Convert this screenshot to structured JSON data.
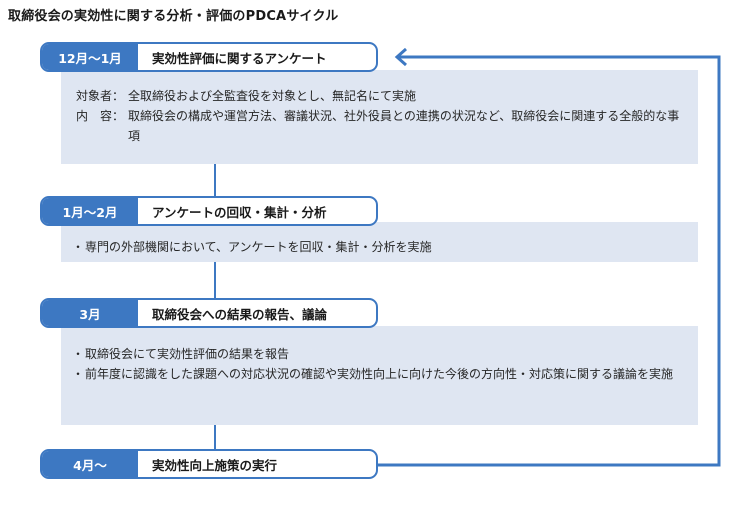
{
  "title": "取締役会の実効性に関する分析・評価のPDCAサイクル",
  "colors": {
    "accent": "#3d78c2",
    "panel": "#dfe6f2"
  },
  "stages": [
    {
      "period": "12月～1月",
      "name": "実効性評価に関するアンケート",
      "rows": [
        {
          "label": "対象者：",
          "text": "全取締役および全監査役を対象とし、無記名にて実施"
        },
        {
          "label": "内　容：",
          "text": "取締役会の構成や運営方法、審議状況、社外役員との連携の状況など、取締役会に関連する全般的な事項"
        }
      ]
    },
    {
      "period": "1月～2月",
      "name": "アンケートの回収・集計・分析",
      "bullets": [
        "専門の外部機関において、アンケートを回収・集計・分析を実施"
      ]
    },
    {
      "period": "3月",
      "name": "取締役会への結果の報告、議論",
      "bullets": [
        "取締役会にて実効性評価の結果を報告",
        "前年度に認識をした課題への対応状況の確認や実効性向上に向けた今後の方向性・対応策に関する議論を実施"
      ]
    },
    {
      "period": "4月～",
      "name": "実効性向上施策の実行"
    }
  ]
}
